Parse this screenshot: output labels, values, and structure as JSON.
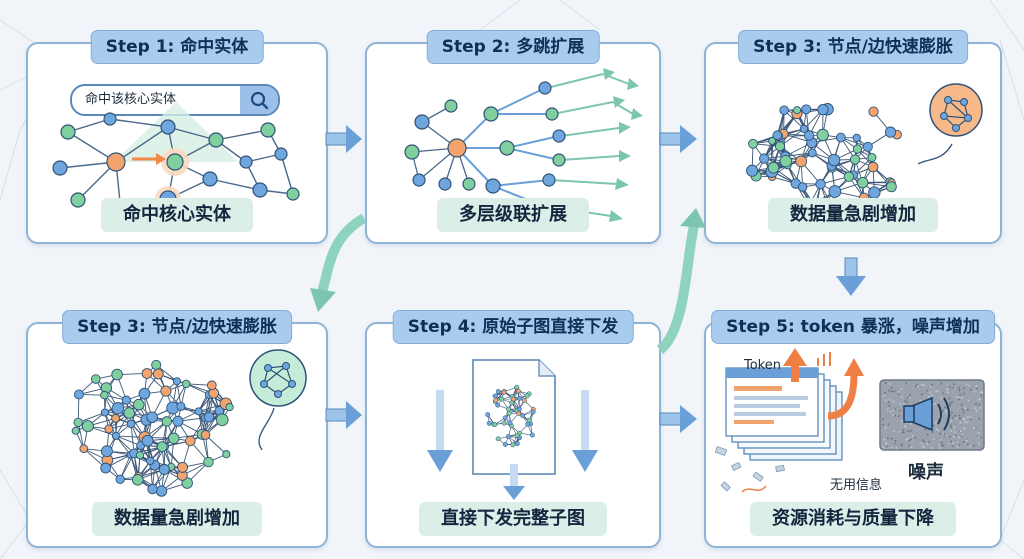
{
  "steps": [
    {
      "badge": "Step 1: 命中实体",
      "caption": "命中核心实体"
    },
    {
      "badge": "Step 2: 多跳扩展",
      "caption": "多层级联扩展"
    },
    {
      "badge": "Step 3: 节点/边快速膨胀",
      "caption": "数据量急剧增加"
    },
    {
      "badge": "Step 3: 节点/边快速膨胀",
      "caption": "数据量急剧增加"
    },
    {
      "badge": "Step 4: 原始子图直接下发",
      "caption": "直接下发完整子图"
    },
    {
      "badge": "Step 5: token 暴涨，噪声增加",
      "caption": "资源消耗与质量下降"
    }
  ],
  "search": {
    "text": "命中该核心实体"
  },
  "step5_labels": {
    "token": "Token",
    "useless": "无用信息",
    "noise": "噪声"
  },
  "icons": [
    "search-icon",
    "network-balloon-icon",
    "document-icon",
    "megaphone-icon",
    "arrow-icon"
  ],
  "colors": {
    "card_border": "#8fb3d6",
    "badge": "#a9cbee",
    "caption": "#dbeee8",
    "node_blue": "#6fa6de",
    "node_green": "#7fcf9f",
    "node_orange": "#f3a46c",
    "arrow_blue": "#6a9fd8",
    "arrow_orange": "#f07f45",
    "arrow_teal": "#7cc6b0"
  }
}
